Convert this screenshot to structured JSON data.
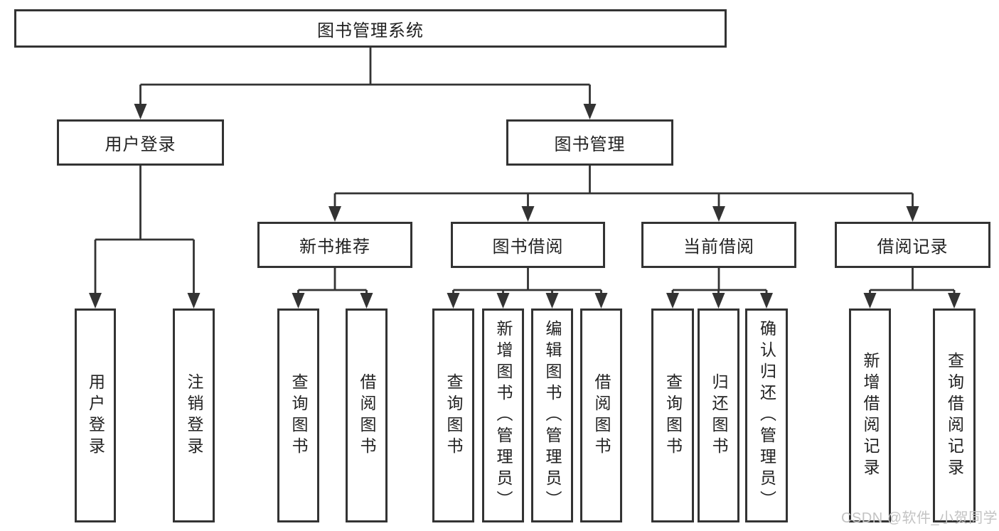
{
  "colors": {
    "line": "#333333",
    "box_background": "#ffffff",
    "text": "#222222",
    "canvas_background": "#ffffff",
    "watermark": "#c3c3c3"
  },
  "watermark": {
    "text": "CSDN @软件_小贺同学"
  },
  "tree": {
    "root": {
      "label": "图书管理系统"
    },
    "level1": [
      {
        "label": "用户登录"
      },
      {
        "label": "图书管理"
      }
    ],
    "login_children": [
      {
        "label": "用户登录"
      },
      {
        "label": "注销登录"
      }
    ],
    "level2": [
      {
        "label": "新书推荐"
      },
      {
        "label": "图书借阅"
      },
      {
        "label": "当前借阅"
      },
      {
        "label": "借阅记录"
      }
    ],
    "new_book_children": [
      {
        "label": "查询图书"
      },
      {
        "label": "借阅图书"
      }
    ],
    "book_borrow_children": [
      {
        "label": "查询图书"
      },
      {
        "label": "新增图书（管理员）"
      },
      {
        "label": "编辑图书（管理员）"
      },
      {
        "label": "借阅图书"
      }
    ],
    "current_borrow_children": [
      {
        "label": "查询图书"
      },
      {
        "label": "归还图书"
      },
      {
        "label": "确认归还（管理员）"
      }
    ],
    "borrow_record_children": [
      {
        "label": "新增借阅记录"
      },
      {
        "label": "查询借阅记录"
      }
    ]
  }
}
